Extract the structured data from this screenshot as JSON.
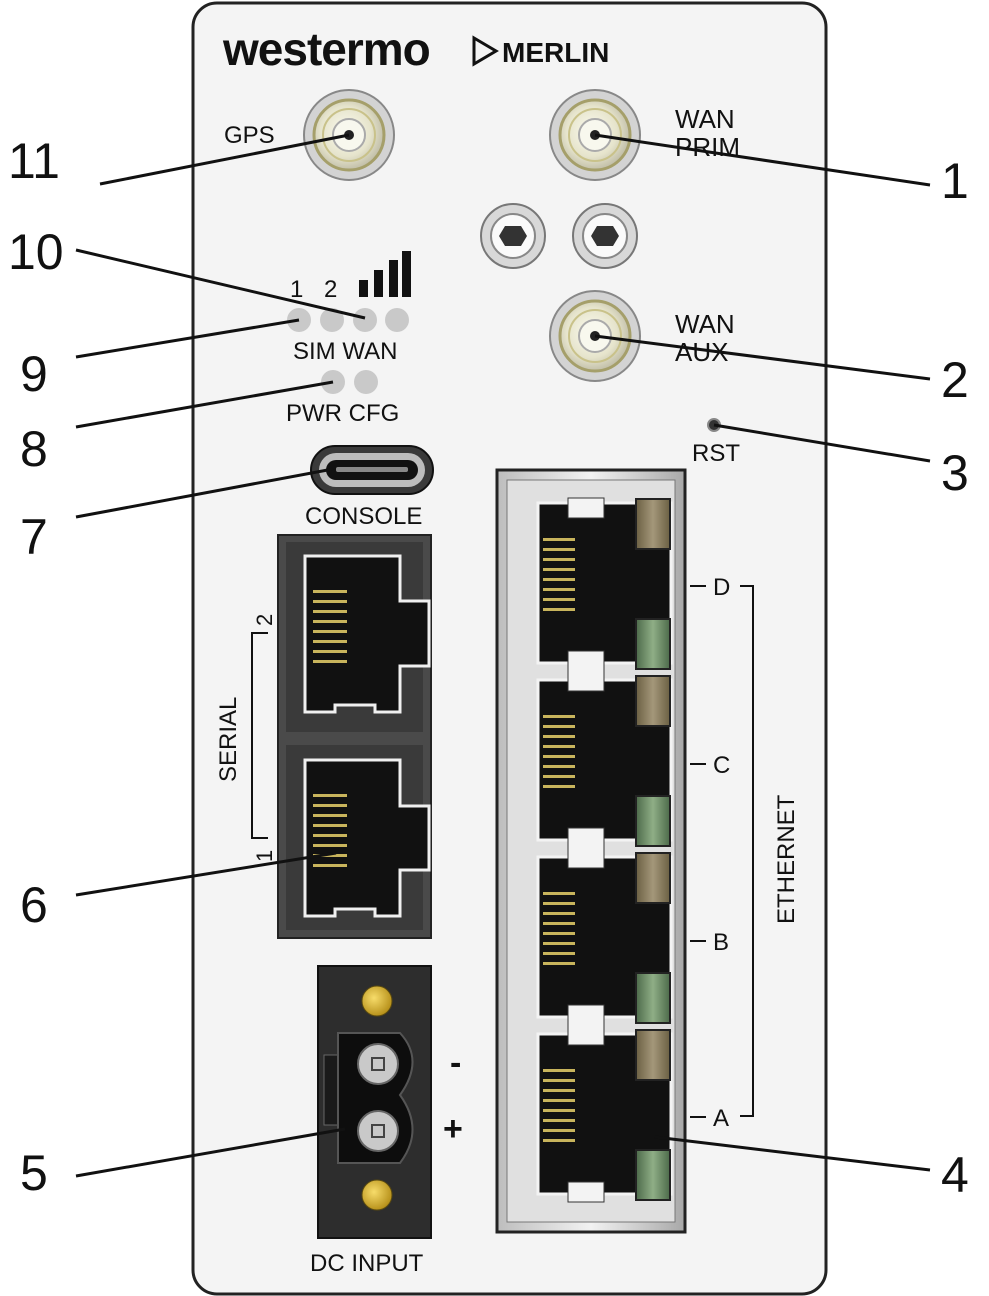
{
  "brand": {
    "logo_text": "westermo",
    "product": "MERLIN"
  },
  "labels": {
    "gps": "GPS",
    "wan_prim_1": "WAN",
    "wan_prim_2": "PRIM",
    "wan_aux_1": "WAN",
    "wan_aux_2": "AUX",
    "sim1": "1",
    "sim2": "2",
    "sim_wan": "SIM WAN",
    "pwr_cfg": "PWR CFG",
    "rst": "RST",
    "console": "CONSOLE",
    "serial": "SERIAL",
    "serial_1": "1",
    "serial_2": "2",
    "eth_d": "D",
    "eth_c": "C",
    "eth_b": "B",
    "eth_a": "A",
    "ethernet": "ETHERNET",
    "minus": "-",
    "plus": "+",
    "dc_input": "DC INPUT"
  },
  "callouts": [
    "1",
    "2",
    "3",
    "4",
    "5",
    "6",
    "7",
    "8",
    "9",
    "10",
    "11"
  ]
}
